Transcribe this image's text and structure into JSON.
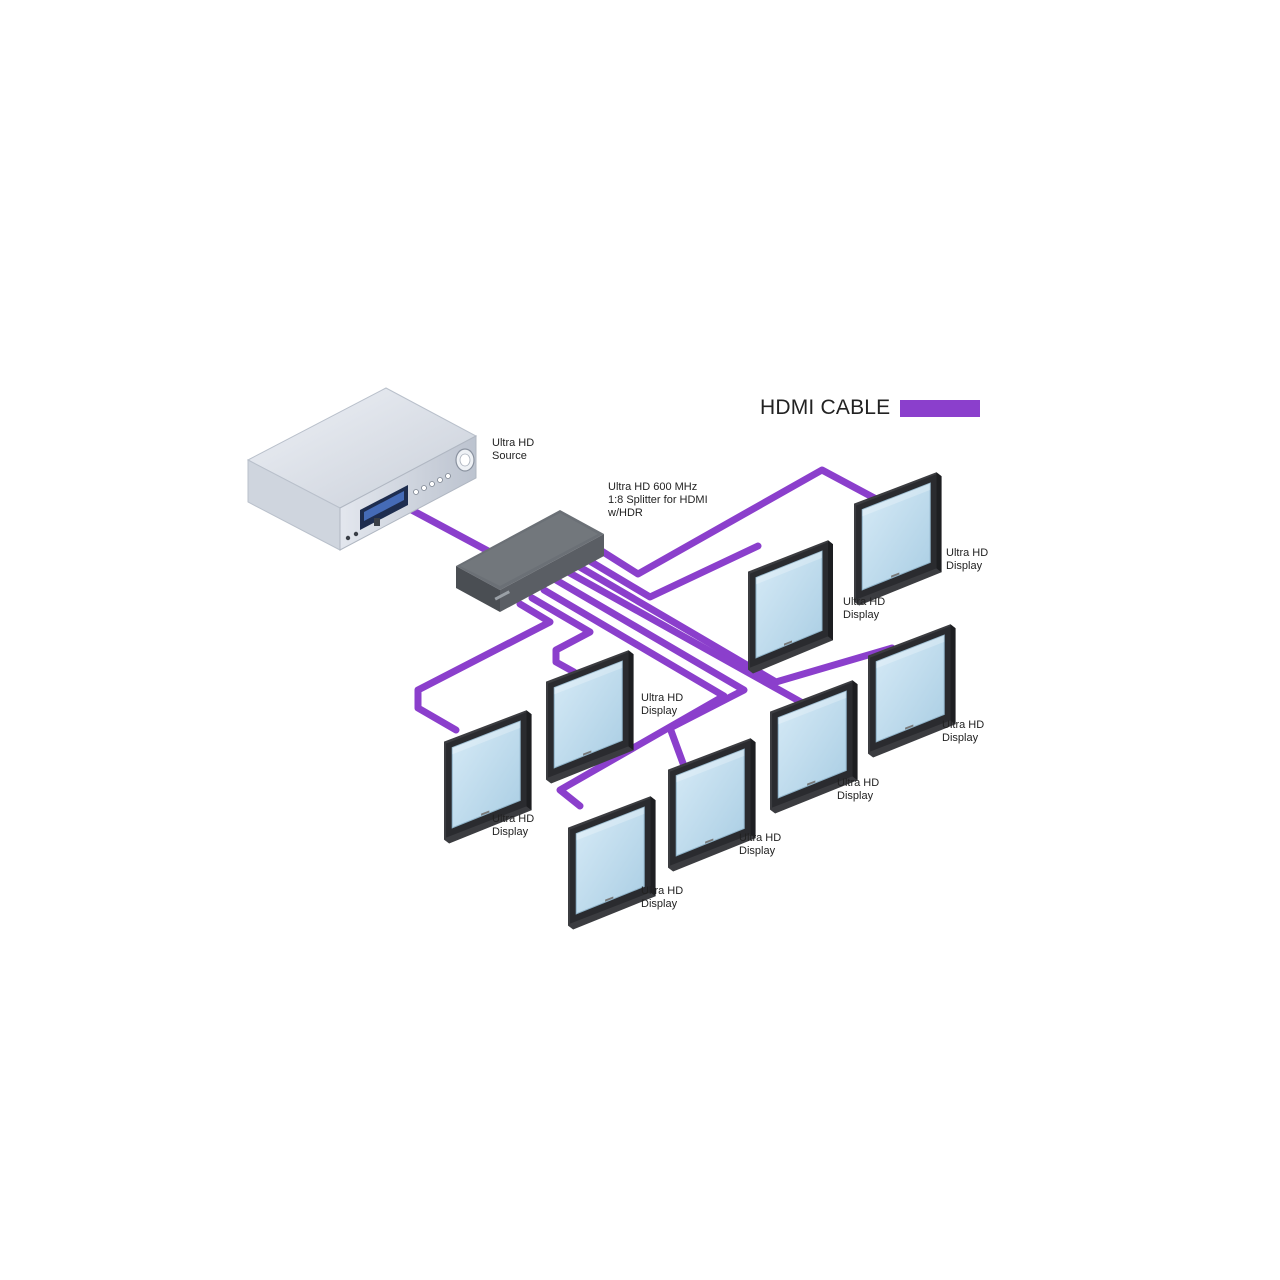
{
  "legend": {
    "label": "HDMI CABLE",
    "swatch_color": "#8b3fcc"
  },
  "colors": {
    "cable": "#8b3fcc",
    "screen": "#bfdcee",
    "bezel": "#2e2f33",
    "splitter_body": "#55595e",
    "source_body": "#d6dbe3"
  },
  "source": {
    "label_line1": "Ultra HD",
    "label_line2": "Source",
    "icon": "av-receiver-icon"
  },
  "splitter": {
    "label_line1": "Ultra HD 600 MHz",
    "label_line2": "1:8 Splitter for HDMI",
    "label_line3": "w/HDR",
    "icon": "splitter-box-icon"
  },
  "displays": [
    {
      "line1": "Ultra HD",
      "line2": "Display"
    },
    {
      "line1": "Ultra HD",
      "line2": "Display"
    },
    {
      "line1": "Ultra HD",
      "line2": "Display"
    },
    {
      "line1": "Ultra HD",
      "line2": "Display"
    },
    {
      "line1": "Ultra HD",
      "line2": "Display"
    },
    {
      "line1": "Ultra HD",
      "line2": "Display"
    },
    {
      "line1": "Ultra HD",
      "line2": "Display"
    },
    {
      "line1": "Ultra HD",
      "line2": "Display"
    }
  ]
}
